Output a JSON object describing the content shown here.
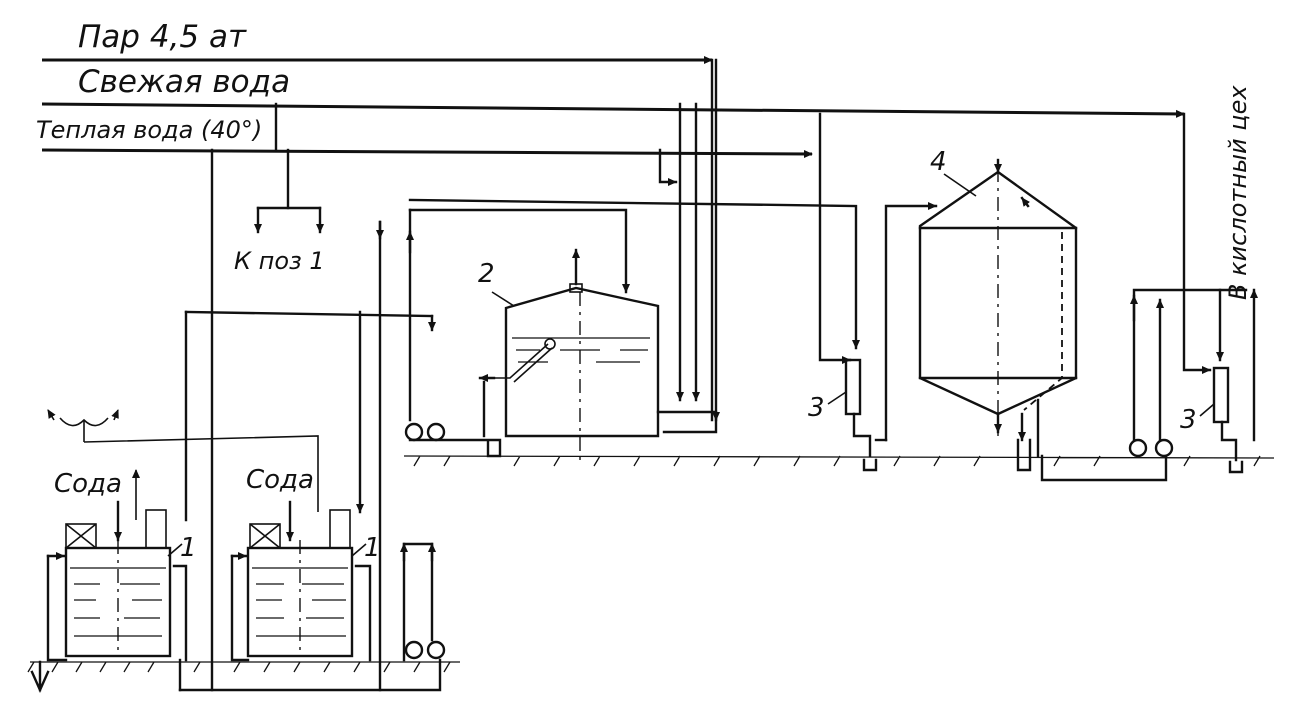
{
  "lines": {
    "steam": "Пар 4,5 ат",
    "fresh_water": "Свежая вода",
    "warm_water": "Теплая вода (40°)"
  },
  "labels": {
    "to_pos1": "К поз 1",
    "to_acid_shop": "В кислотный цех",
    "soda_1": "Сода",
    "soda_2": "Сода",
    "pos_1a": "1",
    "pos_1b": "1",
    "pos_2": "2",
    "pos_3a": "3",
    "pos_3b": "3",
    "pos_4": "4"
  }
}
